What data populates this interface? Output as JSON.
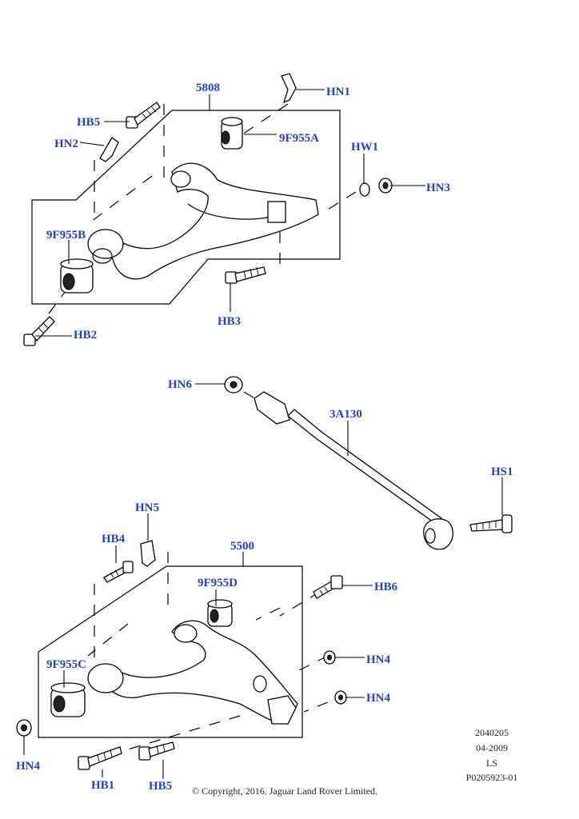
{
  "callouts": {
    "c_5808": "5808",
    "c_HN1": "HN1",
    "c_HB5a": "HB5",
    "c_9F955A": "9F955A",
    "c_HN2": "HN2",
    "c_HW1": "HW1",
    "c_HN3": "HN3",
    "c_9F955B": "9F955B",
    "c_HB3": "HB3",
    "c_HB2": "HB2",
    "c_HN6": "HN6",
    "c_3A130": "3A130",
    "c_HS1": "HS1",
    "c_HN5": "HN5",
    "c_HB4": "HB4",
    "c_5500": "5500",
    "c_9F955D": "9F955D",
    "c_HB6": "HB6",
    "c_HN4a": "HN4",
    "c_9F955C": "9F955C",
    "c_HN4b": "HN4",
    "c_HN4c": "HN4",
    "c_HB1": "HB1",
    "c_HB5b": "HB5"
  },
  "reference_block": {
    "line1": "2040205",
    "line2": "04-2009",
    "line3": "LS",
    "line4": "P0205923-01"
  },
  "copyright": "© Copyright, 2016. Jaguar Land Rover Limited.",
  "colors": {
    "callout": "#1f3fd0",
    "line": "#000000",
    "background": "#ffffff"
  }
}
